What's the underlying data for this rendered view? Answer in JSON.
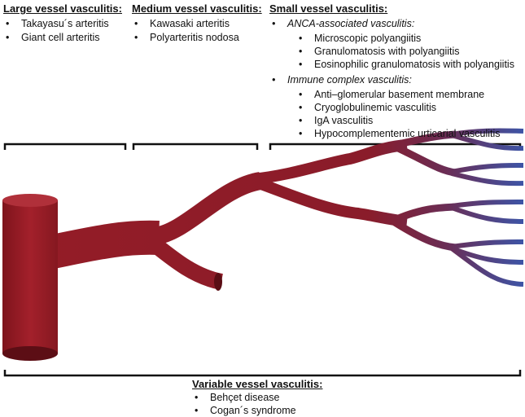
{
  "large": {
    "heading": "Large vessel vasculitis:",
    "items": [
      "Takayasu´s arteritis",
      "Giant cell arteritis"
    ]
  },
  "medium": {
    "heading": "Medium vessel vasculitis:",
    "items": [
      "Kawasaki arteritis",
      "Polyarteritis nodosa"
    ]
  },
  "small": {
    "heading": "Small vessel vasculitis:",
    "groups": [
      {
        "label": "ANCA-associated vasculitis:",
        "items": [
          "Microscopic polyangiitis",
          "Granulomatosis with polyangiitis",
          "Eosinophilic granulomatosis with polyangiitis"
        ]
      },
      {
        "label": "Immune complex vasculitis:",
        "items": [
          "Anti–glomerular basement membrane",
          "Cryoglobulinemic vasculitis",
          "IgA vasculitis",
          "Hypocomplementemic urticarial vasculitis"
        ]
      }
    ]
  },
  "variable": {
    "heading": "Variable vessel vasculitis:",
    "items": [
      "Behçet disease",
      "Cogan´s syndrome"
    ]
  },
  "colors": {
    "vessel": "#8e1b24",
    "capillary": "#3c55a8"
  }
}
